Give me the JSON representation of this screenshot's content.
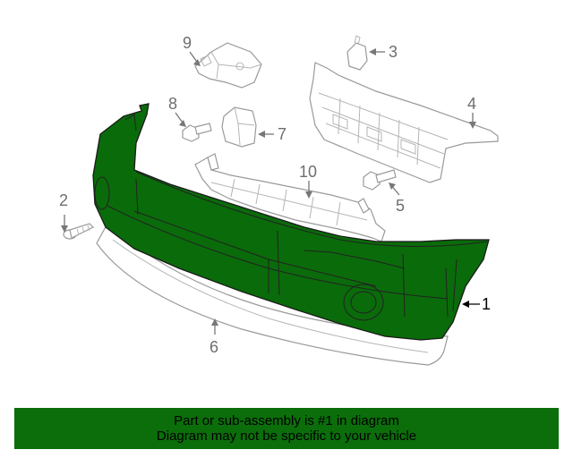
{
  "callouts": [
    {
      "id": "1",
      "label": "1",
      "highlighted": true
    },
    {
      "id": "2",
      "label": "2"
    },
    {
      "id": "3",
      "label": "3"
    },
    {
      "id": "4",
      "label": "4"
    },
    {
      "id": "5",
      "label": "5"
    },
    {
      "id": "6",
      "label": "6"
    },
    {
      "id": "7",
      "label": "7"
    },
    {
      "id": "8",
      "label": "8"
    },
    {
      "id": "9",
      "label": "9"
    },
    {
      "id": "10",
      "label": "10"
    }
  ],
  "banner": {
    "line1": "Part or sub-assembly is #1 in diagram",
    "line2": "Diagram may not be specific to your vehicle",
    "color": "#0b6e0b"
  },
  "colors": {
    "highlight_part": "#0a6b0a",
    "outline": "#9a9a9a",
    "callout_text": "#6e6e6e"
  }
}
